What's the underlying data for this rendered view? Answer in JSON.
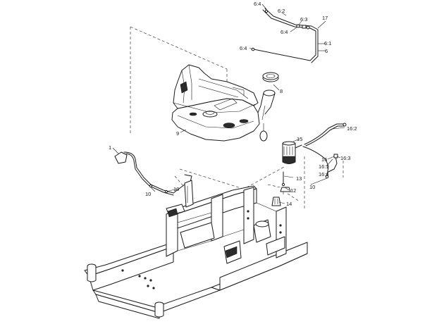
{
  "callouts": {
    "c1": "1",
    "c6": "6",
    "c6_1": "6:1",
    "c6_2": "6:2",
    "c6_3": "6:3",
    "c6_4a": "6:4",
    "c6_4b": "6:4",
    "c6_4c": "6:4",
    "c8": "8",
    "c9": "9",
    "c10a": "10",
    "c10b": "10",
    "c10c": "10",
    "c12": "12",
    "c13": "13",
    "c14": "14",
    "c15": "15",
    "c16": "16",
    "c16_1": "16:1",
    "c16_2": "16:2",
    "c16_3": "16:3",
    "c16_4": "16:4",
    "c17": "17"
  }
}
